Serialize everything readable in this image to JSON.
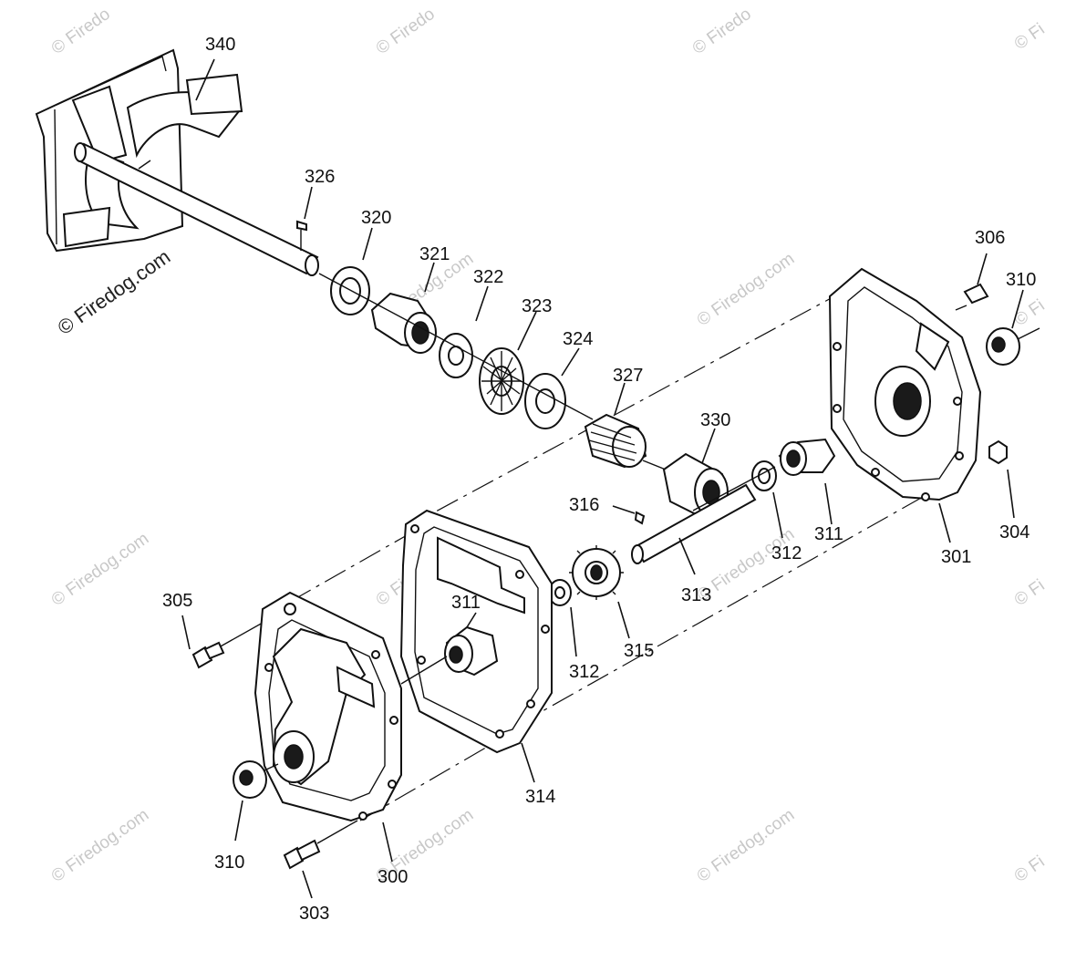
{
  "watermark": {
    "text_short": "© Fi",
    "text_mid": "© Firedo",
    "text_full": "© Firedog.com",
    "text_tail": "Firedog.com"
  },
  "parts": [
    {
      "id": "p340",
      "number": "340"
    },
    {
      "id": "p326",
      "number": "326"
    },
    {
      "id": "p320",
      "number": "320"
    },
    {
      "id": "p321",
      "number": "321"
    },
    {
      "id": "p322",
      "number": "322"
    },
    {
      "id": "p323",
      "number": "323"
    },
    {
      "id": "p324",
      "number": "324"
    },
    {
      "id": "p327",
      "number": "327"
    },
    {
      "id": "p330",
      "number": "330"
    },
    {
      "id": "p306",
      "number": "306"
    },
    {
      "id": "p310a",
      "number": "310"
    },
    {
      "id": "p316",
      "number": "316"
    },
    {
      "id": "p311a",
      "number": "311"
    },
    {
      "id": "p312a",
      "number": "312"
    },
    {
      "id": "p313",
      "number": "313"
    },
    {
      "id": "p301",
      "number": "301"
    },
    {
      "id": "p304",
      "number": "304"
    },
    {
      "id": "p305",
      "number": "305"
    },
    {
      "id": "p311b",
      "number": "311"
    },
    {
      "id": "p312b",
      "number": "312"
    },
    {
      "id": "p315",
      "number": "315"
    },
    {
      "id": "p314",
      "number": "314"
    },
    {
      "id": "p310b",
      "number": "310"
    },
    {
      "id": "p300",
      "number": "300"
    },
    {
      "id": "p303",
      "number": "303"
    }
  ]
}
